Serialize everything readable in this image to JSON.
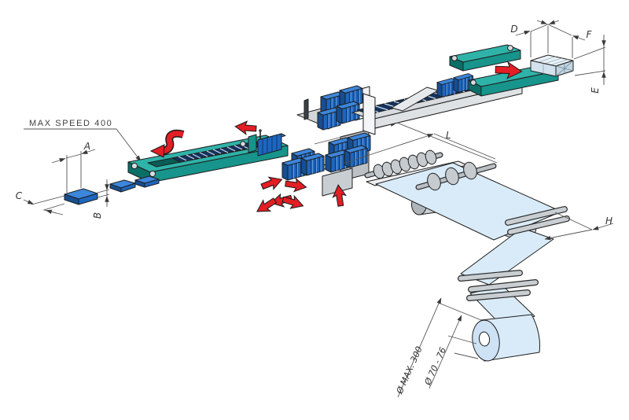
{
  "diagram": {
    "background": "#ffffff",
    "annotations": {
      "max_speed": "MAX SPEED 400",
      "dim_a": "A",
      "dim_b": "B",
      "dim_c": "C",
      "dim_d": "D",
      "dim_e": "E",
      "dim_f": "F",
      "dim_l": "L",
      "dim_h": "H",
      "roll_outer_diameter": "Ø MAX. 300",
      "roll_core_diameter": "Ø 70 - 76"
    },
    "colors": {
      "machine_teal": "#17948B",
      "machine_teal_light": "#2FB3A9",
      "machine_teal_dark": "#0B6F68",
      "product_blue": "#1E66BE",
      "product_blue_top": "#3C86DC",
      "product_blue_dark": "#164E92",
      "chain_navy": "#16335E",
      "film_light_blue": "#D9EBF8",
      "metal_gray": "#C9CED3",
      "metal_gray_dark": "#8F969C",
      "flow_arrow_red": "#E31E24",
      "dimension_line": "#4a4a4a"
    }
  }
}
